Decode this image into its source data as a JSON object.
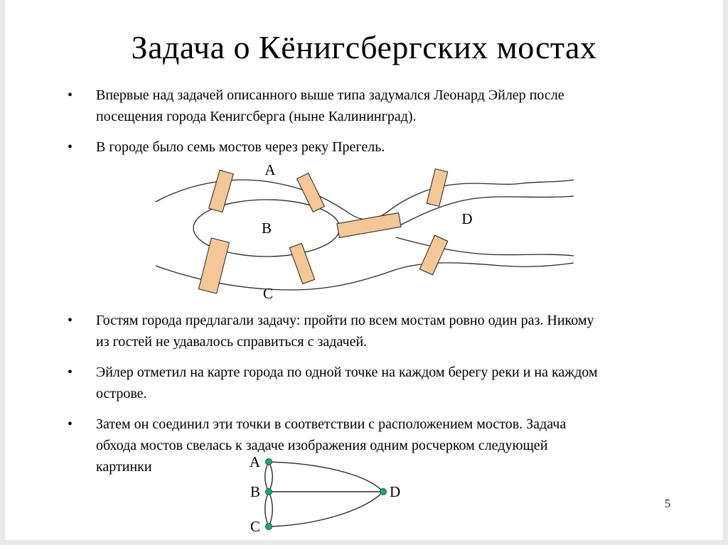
{
  "slide": {
    "title": "Задача о Кёнигсбергских мостах",
    "bullet_char": "•",
    "page_number": "5",
    "bullets_top": [
      "Впервые над задачей описанного выше типа задумался Леонард Эйлер после\nпосещения города Кенигсберга (ныне Калининград).",
      "В городе было семь мостов через реку Прегель."
    ],
    "bullets_bottom": [
      "Гостям города предлагали задачу: пройти по всем мостам ровно один раз. Никому\nиз гостей не удавалось справиться с задачей.",
      "Эйлер отметил на карте города по одной точке на каждом берегу реки и на каждом\nострове.",
      "Затем он соединил эти точки в соответствии с расположением мостов. Задача\nобхода мостов свелась к задаче изображения одним росчерком следующей\nкартинки"
    ],
    "map": {
      "labels": {
        "a": "A",
        "b": "B",
        "c": "C",
        "d": "D"
      },
      "bridge_fill": "#f4c795",
      "bridge_stroke": "#1f1f1f",
      "line_color": "#2a2a2a"
    },
    "graph": {
      "labels": {
        "a": "A",
        "b": "B",
        "c": "C",
        "d": "D"
      },
      "vertex_fill": "#19a974",
      "vertex_stroke": "#0b5e44",
      "edge_color": "#2a2a2a"
    }
  }
}
